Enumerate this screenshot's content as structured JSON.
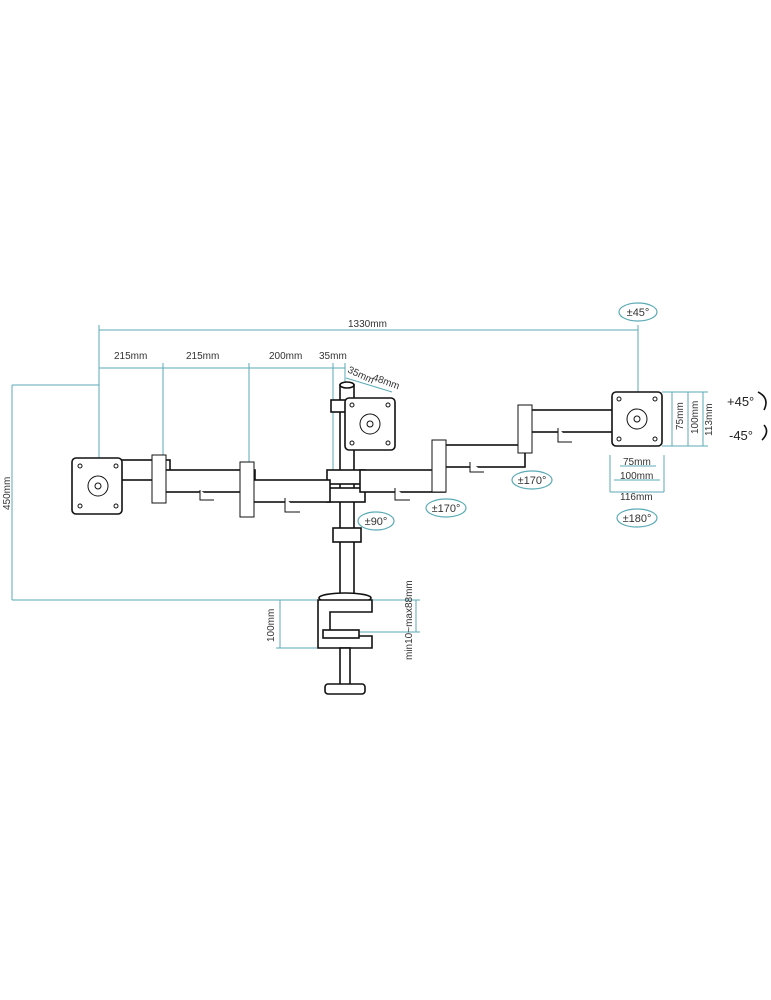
{
  "dimensions": {
    "total_width": "1330mm",
    "seg1": "215mm",
    "seg2": "215mm",
    "seg3": "200mm",
    "seg4": "35mm",
    "vesa_small_a": "35mm",
    "vesa_small_b": "48mm",
    "height": "450mm",
    "clamp_height": "100mm",
    "clamp_range": "min10~max88mm",
    "vesa_75h": "75mm",
    "vesa_100h": "100mm",
    "vesa_113h": "113mm",
    "vesa_75w": "75mm",
    "vesa_100w": "100mm",
    "vesa_116w": "116mm"
  },
  "badges": {
    "tilt": "±45°",
    "swivel_a": "±170°",
    "swivel_b": "±170°",
    "swivel_c": "±90°",
    "rotate": "±180°"
  },
  "tilt_angles": {
    "up": "+45°",
    "down": "-45°"
  }
}
